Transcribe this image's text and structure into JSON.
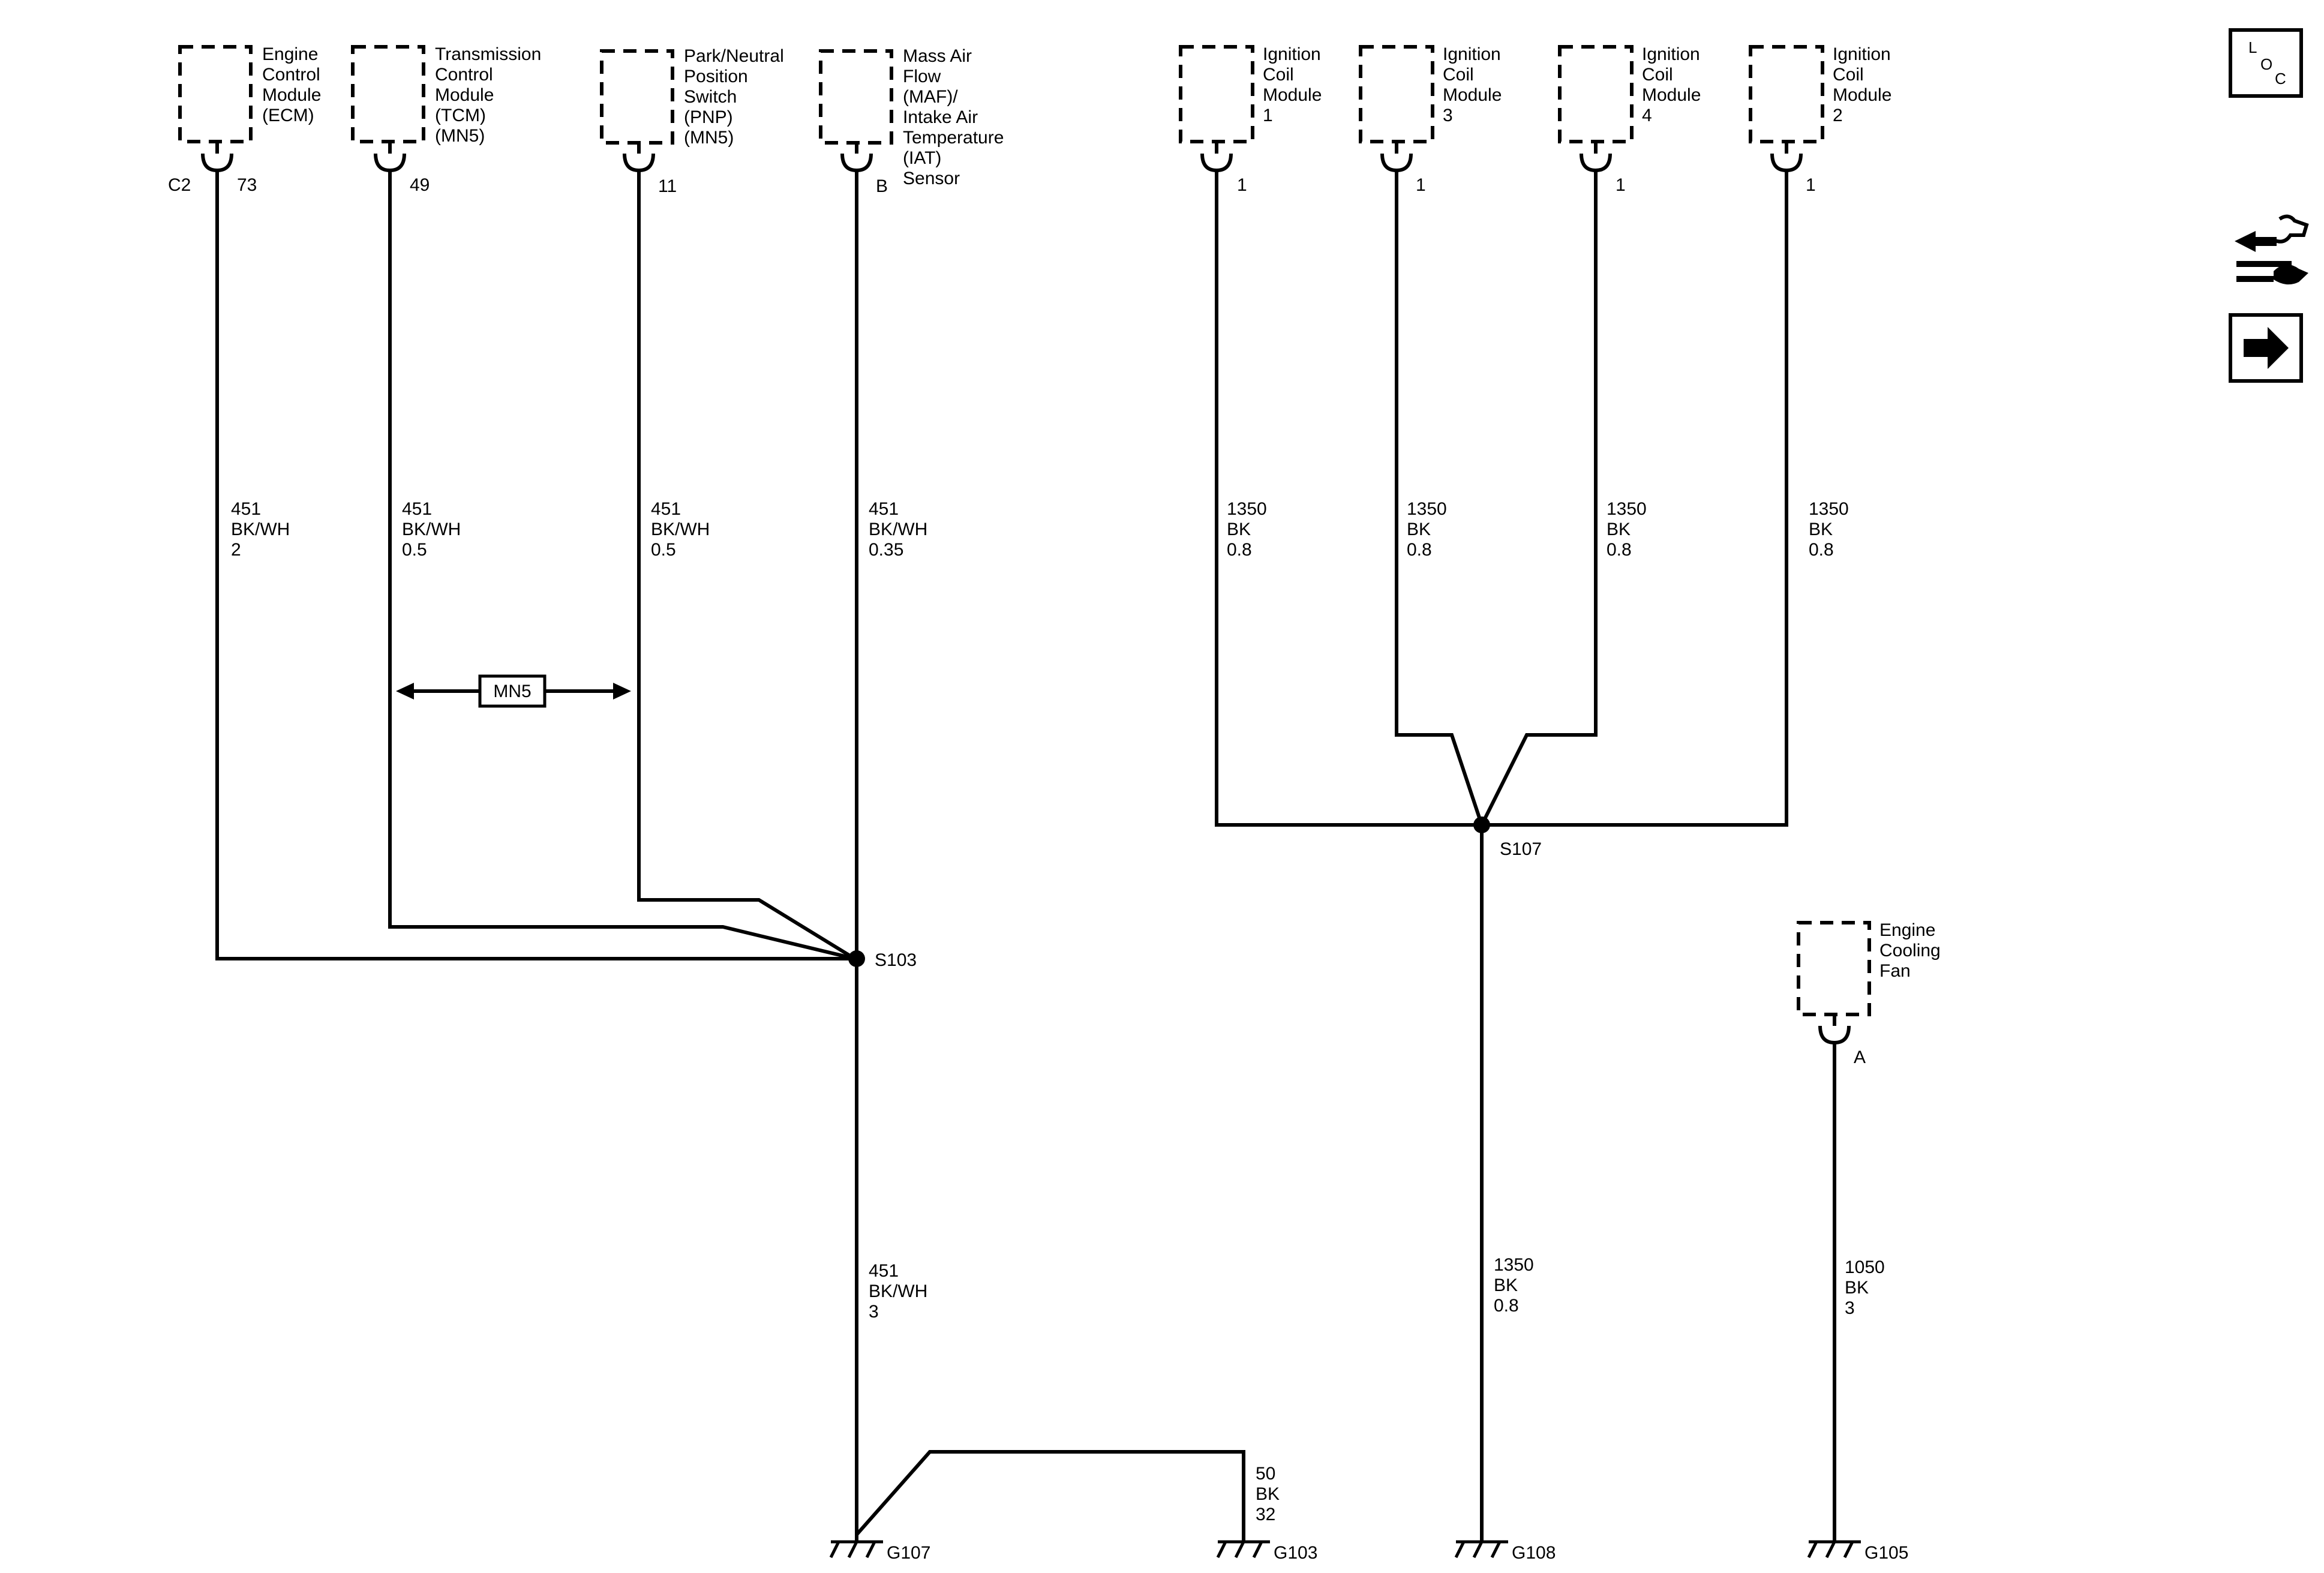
{
  "components": {
    "ecm": [
      "Engine",
      "Control",
      "Module",
      "(ECM)"
    ],
    "tcm": [
      "Transmission",
      "Control",
      "Module",
      "(TCM)",
      "(MN5)"
    ],
    "pnp": [
      "Park/Neutral",
      "Position",
      "Switch",
      "(PNP)",
      "(MN5)"
    ],
    "maf": [
      "Mass Air",
      "Flow",
      "(MAF)/",
      "Intake Air",
      "Temperature",
      "(IAT)",
      "Sensor"
    ],
    "coil1": [
      "Ignition",
      "Coil",
      "Module",
      "1"
    ],
    "coil3": [
      "Ignition",
      "Coil",
      "Module",
      "3"
    ],
    "coil4": [
      "Ignition",
      "Coil",
      "Module",
      "4"
    ],
    "coil2": [
      "Ignition",
      "Coil",
      "Module",
      "2"
    ],
    "fan": [
      "Engine",
      "Cooling",
      "Fan"
    ]
  },
  "pins": {
    "ecm_connector": "C2",
    "ecm_pin": "73",
    "tcm_pin": "49",
    "pnp_pin": "11",
    "maf_pin": "B",
    "coil1_pin": "1",
    "coil3_pin": "1",
    "coil4_pin": "1",
    "coil2_pin": "1",
    "fan_pin": "A"
  },
  "wires": {
    "ecm": [
      "451",
      "BK/WH",
      "2"
    ],
    "tcm": [
      "451",
      "BK/WH",
      "0.5"
    ],
    "pnp": [
      "451",
      "BK/WH",
      "0.5"
    ],
    "maf": [
      "451",
      "BK/WH",
      "0.35"
    ],
    "s103_g107": [
      "451",
      "BK/WH",
      "3"
    ],
    "g103": [
      "50",
      "BK",
      "32"
    ],
    "coil1": [
      "1350",
      "BK",
      "0.8"
    ],
    "coil3": [
      "1350",
      "BK",
      "0.8"
    ],
    "coil4": [
      "1350",
      "BK",
      "0.8"
    ],
    "coil2": [
      "1350",
      "BK",
      "0.8"
    ],
    "s107_g108": [
      "1350",
      "BK",
      "0.8"
    ],
    "fan": [
      "1050",
      "BK",
      "3"
    ]
  },
  "option_box": "MN5",
  "splices": {
    "s103": "S103",
    "s107": "S107"
  },
  "grounds": {
    "g107": "G107",
    "g103": "G103",
    "g108": "G108",
    "g105": "G105"
  },
  "side_icons": {
    "loc_letters": [
      "L",
      "O",
      "C"
    ],
    "icons": [
      "loc-icon",
      "connector-swap-icon",
      "navigate-arrow-icon"
    ]
  }
}
